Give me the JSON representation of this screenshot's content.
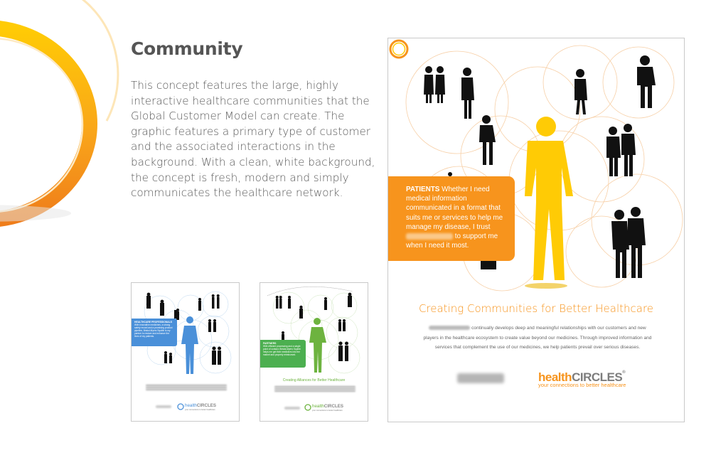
{
  "page": {
    "title": "Community",
    "body": "This concept features the large, highly interactive healthcare communities that the Global Customer Model can create. The graphic features a primary type of customer and the associated interactions in the background.  With a clean, white background, the concept is fresh, modern and simply communicates the healthcare network."
  },
  "colors": {
    "orange": "#f7941d",
    "yellow": "#ffcb05",
    "blue": "#4a90d9",
    "green": "#6db33f",
    "silhouette": "#111111",
    "text_gray": "#555555"
  },
  "poster_small_blue": {
    "callout_lead": "HEALTHCARE PROFESSIONALS",
    "callout_text": "With innovative medicines, a strong safety record and a promising product pipeline, Bristol-Myers Squibb is my partner to restore and enhance the lives of my patients.",
    "brand_word1": "health",
    "brand_word2": "CIRCLES",
    "brand_sub": "your connections to better healthcare"
  },
  "poster_small_green": {
    "callout_lead": "PARTNERS",
    "callout_text": "With efficient processing and a single point of contact, Bristol-Myers Squibb helps me get their medicines into the market and properly reimbursed.",
    "tagline": "Creating Alliances for Better Healthcare",
    "brand_word1": "health",
    "brand_word2": "CIRCLES",
    "brand_sub": "your connections to better healthcare"
  },
  "poster_large": {
    "callout_lead": "PATIENTS",
    "callout_text_1": " Whether I need medical information communicated in a format that suits me or services to help me manage my disease, I trust ",
    "callout_text_2": " to support me when I need it most.",
    "tagline": "Creating Communities for Better Healthcare",
    "body_1": " continually develops deep and meaningful relationships with our customers and new players in the healthcare ecosystem to create value beyond our medicines. Through improved information and services that complement the use of our medicines, we help patients prevail over serious diseases.",
    "brand_word1": "health",
    "brand_word2": "CIRCLES",
    "brand_tm": "®",
    "brand_sub": "your connections to better healthcare"
  }
}
